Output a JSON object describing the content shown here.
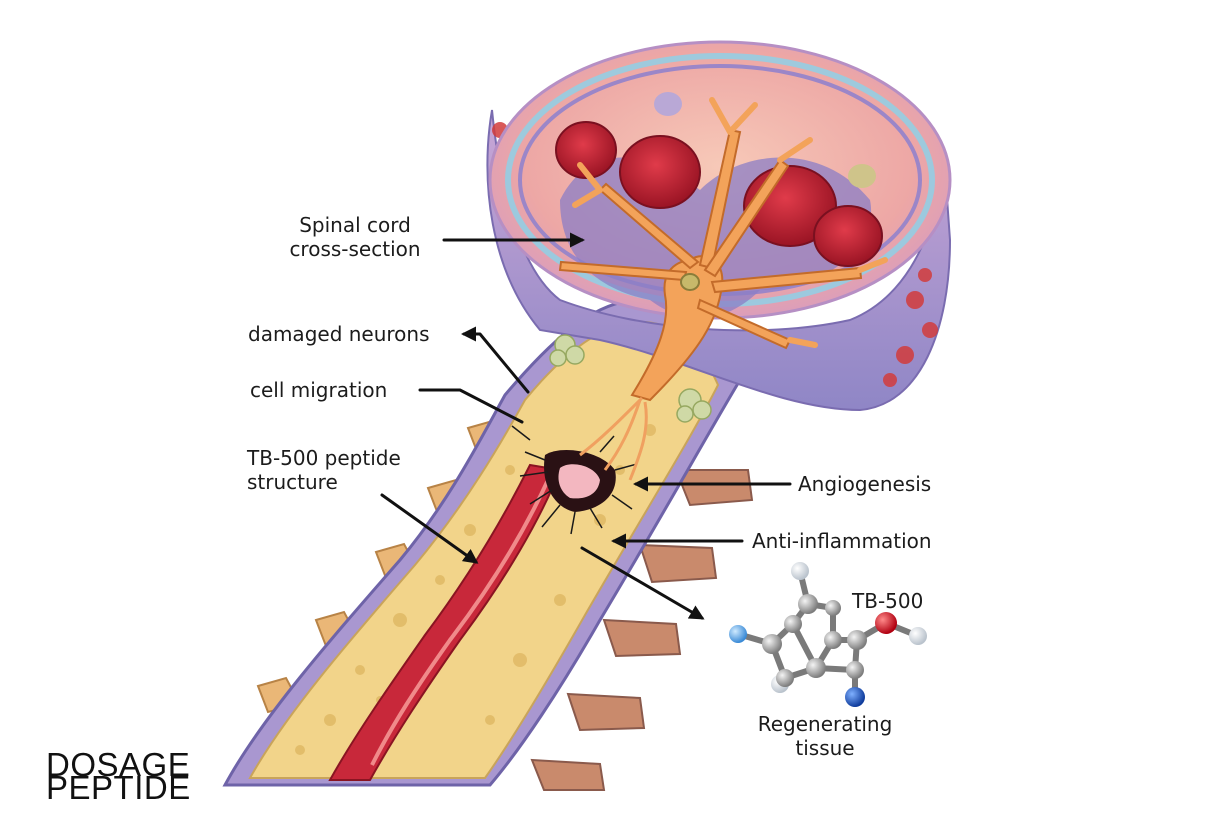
{
  "labels": {
    "spinal_cord_line1": "Spinal cord",
    "spinal_cord_line2": "cross-section",
    "damaged_neurons": "damaged neurons",
    "cell_migration": "cell migration",
    "tb500_structure_line1": "TB-500 peptide",
    "tb500_structure_line2": "structure",
    "angiogenesis": "Angiogenesis",
    "anti_inflammation": "Anti-inflammation",
    "molecule_label": "TB-500",
    "regenerating_line1": "Regenerating",
    "regenerating_line2": "tissue"
  },
  "watermark": {
    "line1": "DOSAGE",
    "line2": "PEPTIDE"
  },
  "colors": {
    "background": "#ffffff",
    "arrow": "#111111",
    "bone": "#f2d48a",
    "tissue_pink": "#f4b8b0",
    "membrane_purple": "#9b86c8",
    "neuron_orange": "#f3a35a",
    "blood_red": "#c8283a",
    "atom_grey": "#9a9a9a",
    "atom_red": "#d8141c",
    "atom_blue": "#1a58c4",
    "atom_light_blue": "#5aa8e8"
  }
}
